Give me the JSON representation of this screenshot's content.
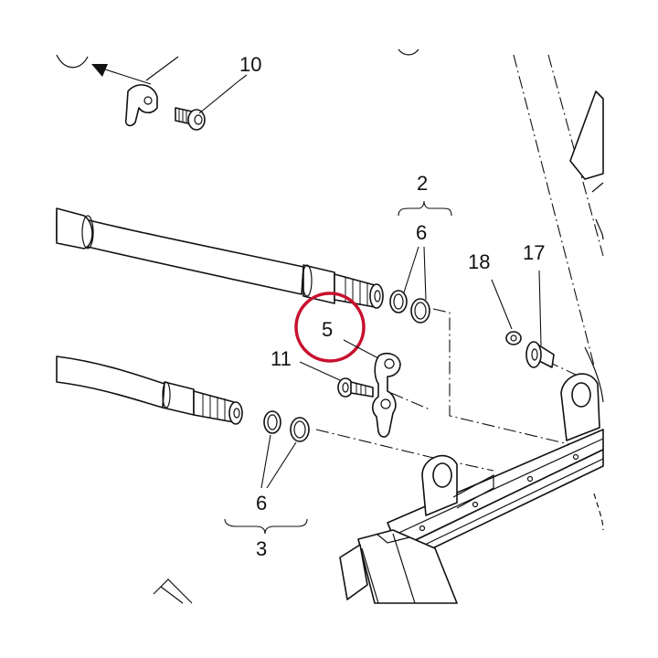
{
  "diagram": {
    "callouts": {
      "c10": "10",
      "c2": "2",
      "c6a": "6",
      "c18": "18",
      "c17": "17",
      "c5": "5",
      "c11": "11",
      "c6b": "6",
      "c3": "3"
    },
    "highlight_color": "#c8102e",
    "ink_color": "#111111"
  }
}
